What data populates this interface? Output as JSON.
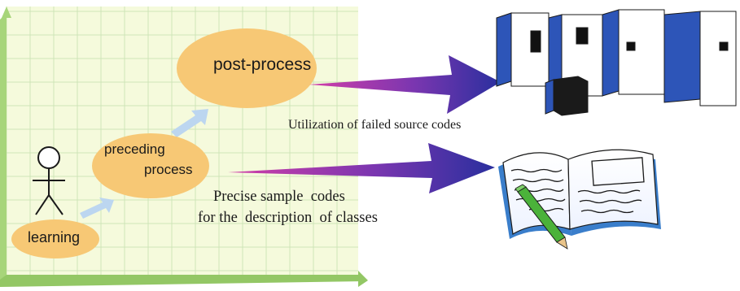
{
  "stages": {
    "post_process": "post-process",
    "preceding_line1": "preceding",
    "preceding_line2": "process",
    "learning": "learning"
  },
  "outputs": {
    "failed_code_label": "Utilization of failed source codes",
    "sample_code_line1": "Precise sample  codes",
    "sample_code_line2": "for the  description  of classes"
  },
  "icons": {
    "actor": "stick-figure-icon",
    "servers": "server-rack-icon",
    "book": "open-book-with-pencil-icon"
  },
  "colors": {
    "grid_bg": "#f5fadc",
    "grid_line": "#cfe5b8",
    "axis_green": "#9fcf6f",
    "ellipse_fill": "#f7c875",
    "small_arrow": "#bcd6f0",
    "big_arrow_start": "#d23ea8",
    "big_arrow_end": "#2a2f9e",
    "server_blue": "#2d55b8",
    "book_blue": "#3a7ecb",
    "pencil_green": "#4bb23a"
  }
}
